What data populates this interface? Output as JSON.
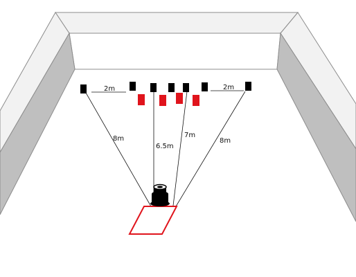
{
  "labels": {
    "spacing_left": "2m",
    "spacing_right": "2m",
    "distance_outer_left": "8m",
    "distance_inner_left": "6.5m",
    "distance_inner_right": "7m",
    "distance_outer_right": "8m"
  },
  "colors": {
    "back_marker": "#000000",
    "front_marker": "#e0141c",
    "floor_square": "#e0141c",
    "camera": "#000000",
    "wall": "#d9d9d9",
    "wall_top": "#f2f2f2",
    "wall_dark": "#bfbfbf"
  },
  "icons": {
    "camera": "camera-icon"
  }
}
